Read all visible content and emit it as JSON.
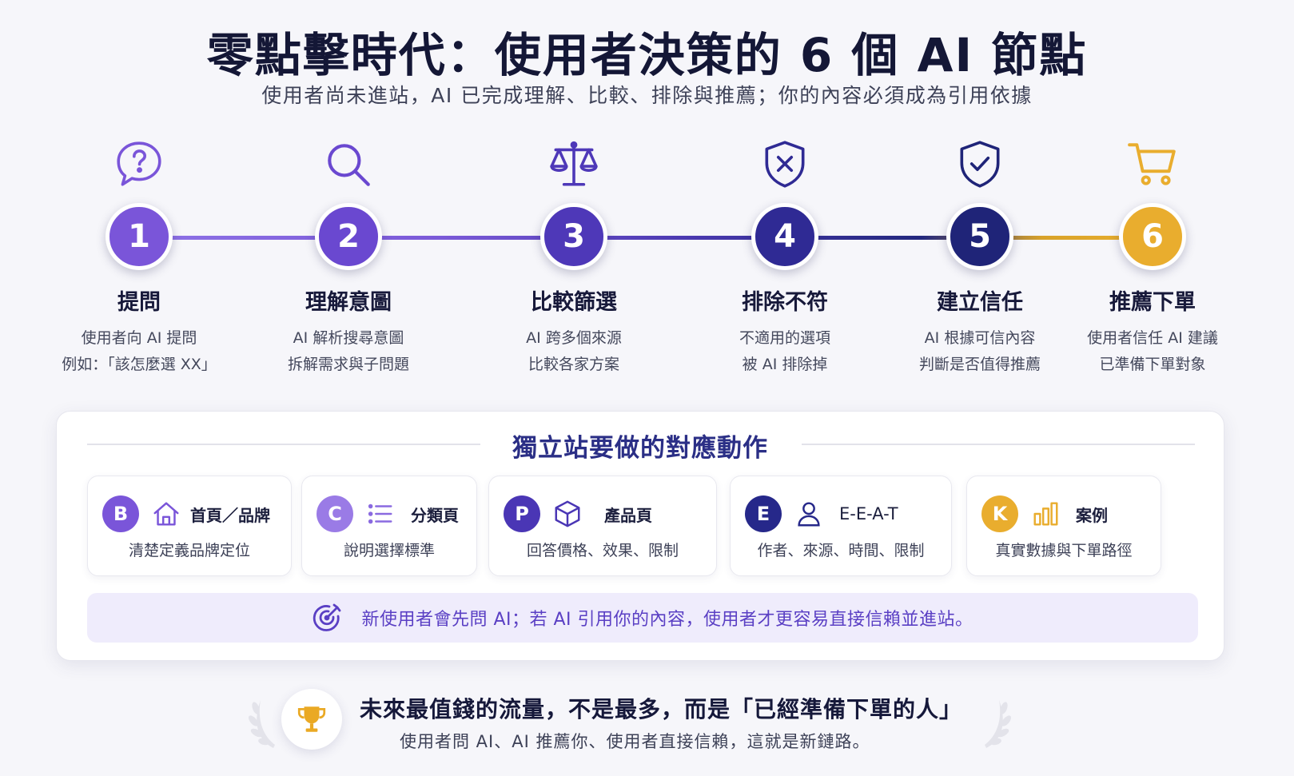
{
  "header": {
    "title": "零點擊時代：使用者決策的 6 個 AI 節點",
    "subtitle": "使用者尚未進站，AI 已完成理解、比較、排除與推薦；你的內容必須成為引用依據"
  },
  "steps": [
    {
      "number": "1",
      "title": "提問",
      "desc_line1": "使用者向 AI 提問",
      "desc_line2": "例如：「該怎麼選 XX」",
      "icon": "question-bubble-icon",
      "color": "#7a55d9"
    },
    {
      "number": "2",
      "title": "理解意圖",
      "desc_line1": "AI 解析搜尋意圖",
      "desc_line2": "拆解需求與子問題",
      "icon": "search-icon",
      "color": "#6a48d0"
    },
    {
      "number": "3",
      "title": "比較篩選",
      "desc_line1": "AI 跨多個來源",
      "desc_line2": "比較各家方案",
      "icon": "balance-scale-icon",
      "color": "#4e38b8"
    },
    {
      "number": "4",
      "title": "排除不符",
      "desc_line1": "不適用的選項",
      "desc_line2": "被 AI 排除掉",
      "icon": "shield-x-icon",
      "color": "#2f2a94"
    },
    {
      "number": "5",
      "title": "建立信任",
      "desc_line1": "AI 根據可信內容",
      "desc_line2": "判斷是否值得推薦",
      "icon": "shield-check-icon",
      "color": "#1f2478"
    },
    {
      "number": "6",
      "title": "推薦下單",
      "desc_line1": "使用者信任 AI 建議",
      "desc_line2": "已準備下單對象",
      "icon": "cart-icon",
      "color": "#e9ad2e"
    }
  ],
  "panel": {
    "heading": "獨立站要做的對應動作",
    "cards": [
      {
        "badge": "B",
        "title": "首頁／品牌",
        "desc": "清楚定義品牌定位",
        "icon": "home-icon",
        "color": "#7a55d9"
      },
      {
        "badge": "C",
        "title": "分類頁",
        "desc": "說明選擇標準",
        "icon": "list-icon",
        "color": "#9a7be6"
      },
      {
        "badge": "P",
        "title": "產品頁",
        "desc": "回答價格、效果、限制",
        "icon": "box-icon",
        "color": "#4a36b5"
      },
      {
        "badge": "E",
        "title": "E-E-A-T",
        "desc": "作者、來源、時間、限制",
        "icon": "user-icon",
        "color": "#26288a"
      },
      {
        "badge": "K",
        "title": "案例",
        "desc": "真實數據與下單路徑",
        "icon": "bar-chart-icon",
        "color": "#e9ad2e"
      }
    ],
    "note": "新使用者會先問 AI；若 AI 引用你的內容，使用者才更容易直接信賴並進站。",
    "note_icon": "target-icon"
  },
  "footer": {
    "title": "未來最值錢的流量，不是最多，而是「已經準備下單的人」",
    "subtitle": "使用者問 AI、AI 推薦你、使用者直接信賴，這就是新鏈路。",
    "icon": "trophy-icon"
  },
  "colors": {
    "purple": "#7a55d9",
    "navy": "#1f2478",
    "gold": "#e9ad2e",
    "note_bg": "#efecfc"
  }
}
